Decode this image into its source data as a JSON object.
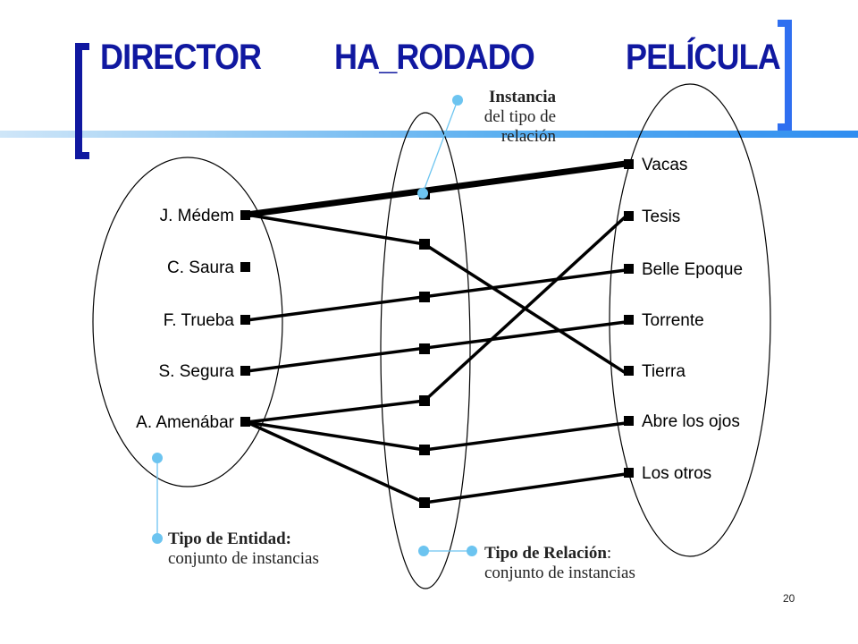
{
  "titles": {
    "entity_left": "DIRECTOR",
    "relation": "HA_RODADO",
    "entity_right": "PELÍCULA"
  },
  "directors": [
    "J. Médem",
    "C. Saura",
    "F. Trueba",
    "S. Segura",
    "A. Amenábar"
  ],
  "films": [
    "Vacas",
    "Tesis",
    "Belle Epoque",
    "Torrente",
    "Tierra",
    "Abre los ojos",
    "Los otros"
  ],
  "callouts": {
    "instancia": {
      "line1": "Instancia",
      "line2": "del tipo de",
      "line3": "relación"
    },
    "tipo_entidad": {
      "line1": "Tipo de Entidad:",
      "line2": "conjunto de instancias"
    },
    "tipo_relacion": {
      "line1": "Tipo de Relación",
      "line1_suffix": ":",
      "line2": "conjunto de instancias"
    }
  },
  "links": [
    {
      "director": "J. Médem",
      "relation_instance": 1,
      "film": "Vacas",
      "highlighted": true
    },
    {
      "director": "J. Médem",
      "relation_instance": 2,
      "film": "Tierra"
    },
    {
      "director": "F. Trueba",
      "relation_instance": 3,
      "film": "Belle Epoque"
    },
    {
      "director": "S. Segura",
      "relation_instance": 4,
      "film": "Torrente"
    },
    {
      "director": "A. Amenábar",
      "relation_instance": 5,
      "film": "Tesis"
    },
    {
      "director": "A. Amenábar",
      "relation_instance": 6,
      "film": "Abre los ojos"
    },
    {
      "director": "A. Amenábar",
      "relation_instance": 7,
      "film": "Los otros"
    }
  ],
  "page_number": "20",
  "colors": {
    "title": "#1018a0",
    "accent": "#2f6ff0",
    "callout": "#6cc4f0"
  }
}
